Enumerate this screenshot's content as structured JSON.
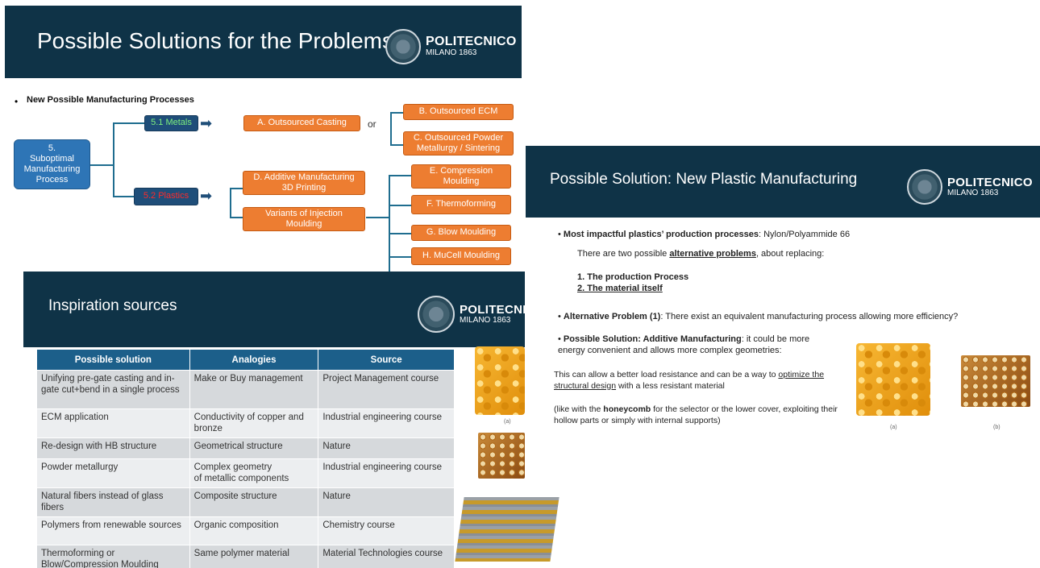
{
  "slide1": {
    "title": "Possible Solutions for the Problems",
    "logo_main": "POLITECNICO",
    "logo_sub": "MILANO 1863",
    "heading": "New Possible Manufacturing Processes",
    "root": "5.\nSuboptimal\nManufacturing\nProcess",
    "metals": "5.1 Metals",
    "plastics": "5.2 Plastics",
    "or_label": "or",
    "boxes": {
      "a": "A.  Outsourced Casting",
      "b": "B.  Outsourced ECM",
      "c": "C.  Outsourced Powder Metallurgy / Sintering",
      "d": "D.  Additive Manufacturing  3D Printing",
      "variants": "Variants of Injection Moulding",
      "e": "E.  Compression Moulding",
      "f": "F.  Thermoforming",
      "g": "G.  Blow Moulding",
      "h": "H.  MuCell Moulding"
    },
    "colors": {
      "band": "#0f3347",
      "orange": "#ed7d31",
      "metals_text": "#7ef07e",
      "plastics_text": "#ff2a2a"
    }
  },
  "slide2": {
    "title": "Possible Solution: New Plastic Manufacturing",
    "logo_main": "POLITECNICO",
    "logo_sub": "MILANO 1863",
    "b1_bold": "Most impactful plastics’ production processes",
    "b1_rest": ": Nylon/Polyammide 66",
    "two_pre": "There are two possible ",
    "two_bold": "alternative problems",
    "two_post": ", about replacing:",
    "item1": "1.  The production Process",
    "item2": "2.  The material itself",
    "b2_bold": "Alternative Problem (1)",
    "b2_rest": ": There exist an equivalent manufacturing process allowing more efficiency?",
    "b3_bold": "Possible Solution: Additive Manufacturing",
    "b3_rest": ": it could be more energy convenient and allows more complex geometries:",
    "p1_pre": "This can allow a better load resistance and can be a way to ",
    "p1_u": "optimize the structural design",
    "p1_post": " with a less resistant material",
    "p2_pre": "(like with the ",
    "p2_bold": "honeycomb",
    "p2_post": " for the selector or the lower cover, exploiting their hollow parts or simply with internal supports)",
    "cap_a": "(a)",
    "cap_b": "(b)"
  },
  "slide3": {
    "title": "Inspiration sources",
    "logo_main": "POLITECNI",
    "logo_sub": "MILANO 1863",
    "headers": [
      "Possible solution",
      "Analogies",
      "Source"
    ],
    "rows": [
      [
        "Unifying pre-gate casting and in-gate cut+bend in a single process",
        "Make or Buy management",
        "Project Management course"
      ],
      [
        "ECM application",
        "Conductivity of  copper and bronze",
        "Industrial engineering course"
      ],
      [
        "Re-design with HB structure",
        "Geometrical structure",
        "Nature"
      ],
      [
        "Powder metallurgy",
        "Complex geometry\nof metallic components",
        "Industrial engineering course"
      ],
      [
        "Natural fibers instead of glass fibers",
        "Composite structure",
        "Nature"
      ],
      [
        "Polymers from renewable sources",
        "Organic composition",
        "Chemistry course"
      ],
      [
        "Thermoforming or Blow/Compression Moulding",
        "Same polymer material",
        "Material Technologies course"
      ]
    ],
    "cap_a": "(a)"
  }
}
